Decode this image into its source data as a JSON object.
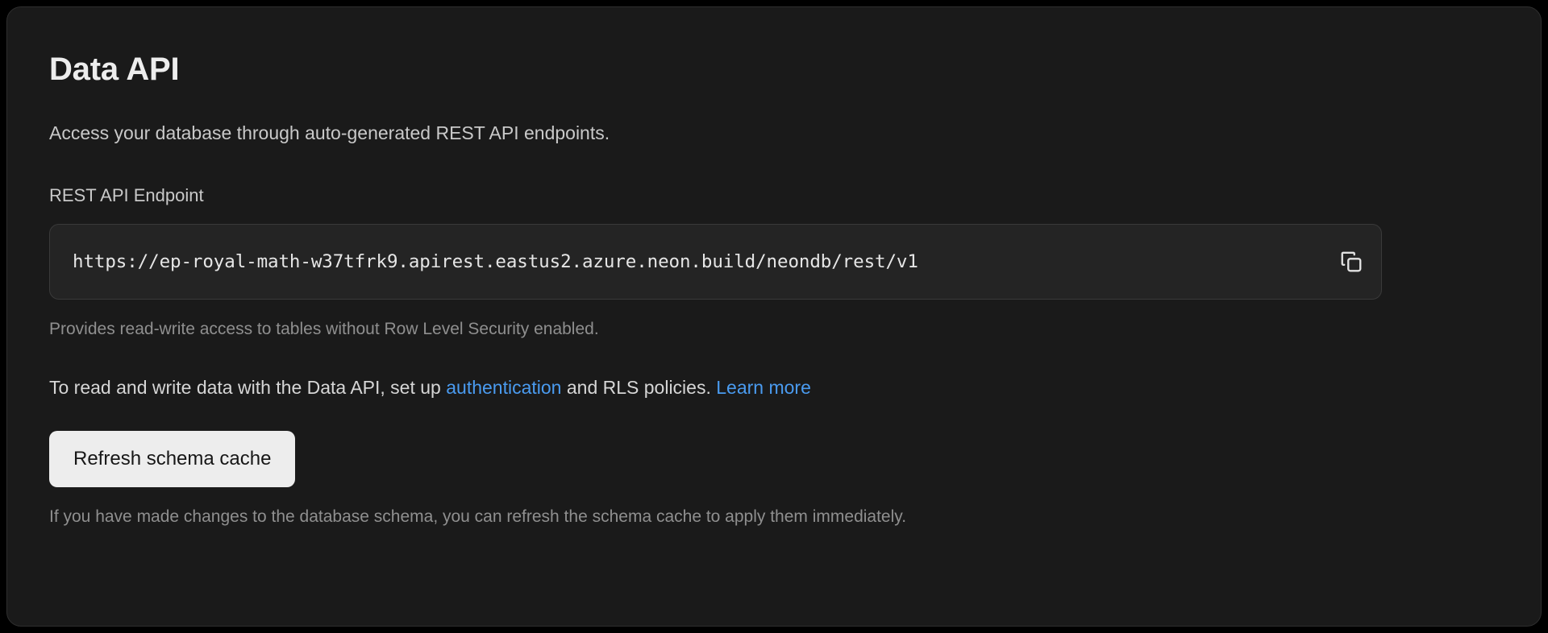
{
  "card": {
    "title": "Data API",
    "description": "Access your database through auto-generated REST API endpoints.",
    "endpoint": {
      "label": "REST API Endpoint",
      "value": "https://ep-royal-math-w37tfrk9.apirest.eastus2.azure.neon.build/neondb/rest/v1",
      "copy_icon": "copy-icon",
      "hint": "Provides read-write access to tables without Row Level Security enabled."
    },
    "info": {
      "part1": "To read and write data with the Data API, set up ",
      "link1": "authentication",
      "part2": " and RLS policies. ",
      "link2": "Learn more"
    },
    "refresh": {
      "label": "Refresh schema cache",
      "footnote": "If you have made changes to the database schema, you can refresh the schema cache to apply them immediately."
    }
  },
  "colors": {
    "page_background": "#000000",
    "card_background": "#1a1a1a",
    "card_border": "#2e2e2e",
    "input_background": "#242424",
    "input_border": "#3a3a3a",
    "link": "#4a9bf0",
    "button_background": "#ededed",
    "button_text": "#171717",
    "text_primary": "#ededed",
    "text_secondary": "#c9c9c9",
    "text_muted": "#8f8f8f"
  }
}
